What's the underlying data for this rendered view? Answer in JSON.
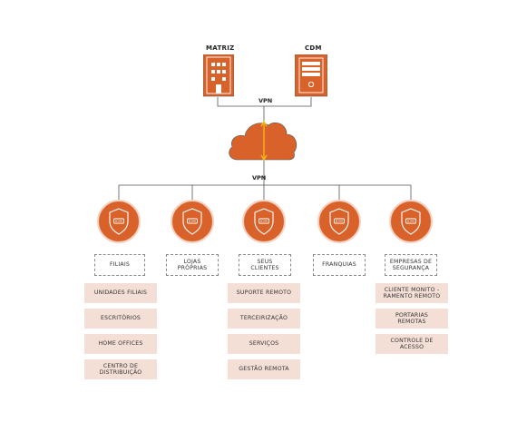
{
  "top": {
    "matriz_label": "MATRIZ",
    "cdm_label": "CDM",
    "vpn_top": "VPN",
    "vpn_bottom": "VPN"
  },
  "colors": {
    "orange": "#d9622b",
    "ring": "#f3d2c1",
    "sub_fill": "#f4dfd6",
    "arrow": "#f2b618"
  },
  "icons": [
    "building-icon",
    "server-icon",
    "cloud-icon",
    "shield-icon"
  ],
  "nodes": [
    {
      "label": "FILIAIS"
    },
    {
      "label": "LOJAS\nPRÓPRIAS"
    },
    {
      "label": "SEUS\nCLIENTES"
    },
    {
      "label": "FRANQUIAS"
    },
    {
      "label": "EMPRESAS  DE\nSEGURANÇA"
    }
  ],
  "filiais_items": [
    "UNIDADES  FILIAIS",
    "ESCRITÓRIOS",
    "HOME OFFICES",
    "CENTRO  DE\nDISTRIBUIÇÃO"
  ],
  "clientes_items": [
    "SUPORTE  REMOTO",
    "TERCEIRIZAÇÃO",
    "SERVIÇOS",
    "GESTÃO  REMOTA"
  ],
  "seguranca_items": [
    "CLIENTE  MONITO -\nRAMENTO  REMOTO",
    "PORTARIAS\nREMOTAS",
    "CONTROLE  DE\nACESSO"
  ]
}
